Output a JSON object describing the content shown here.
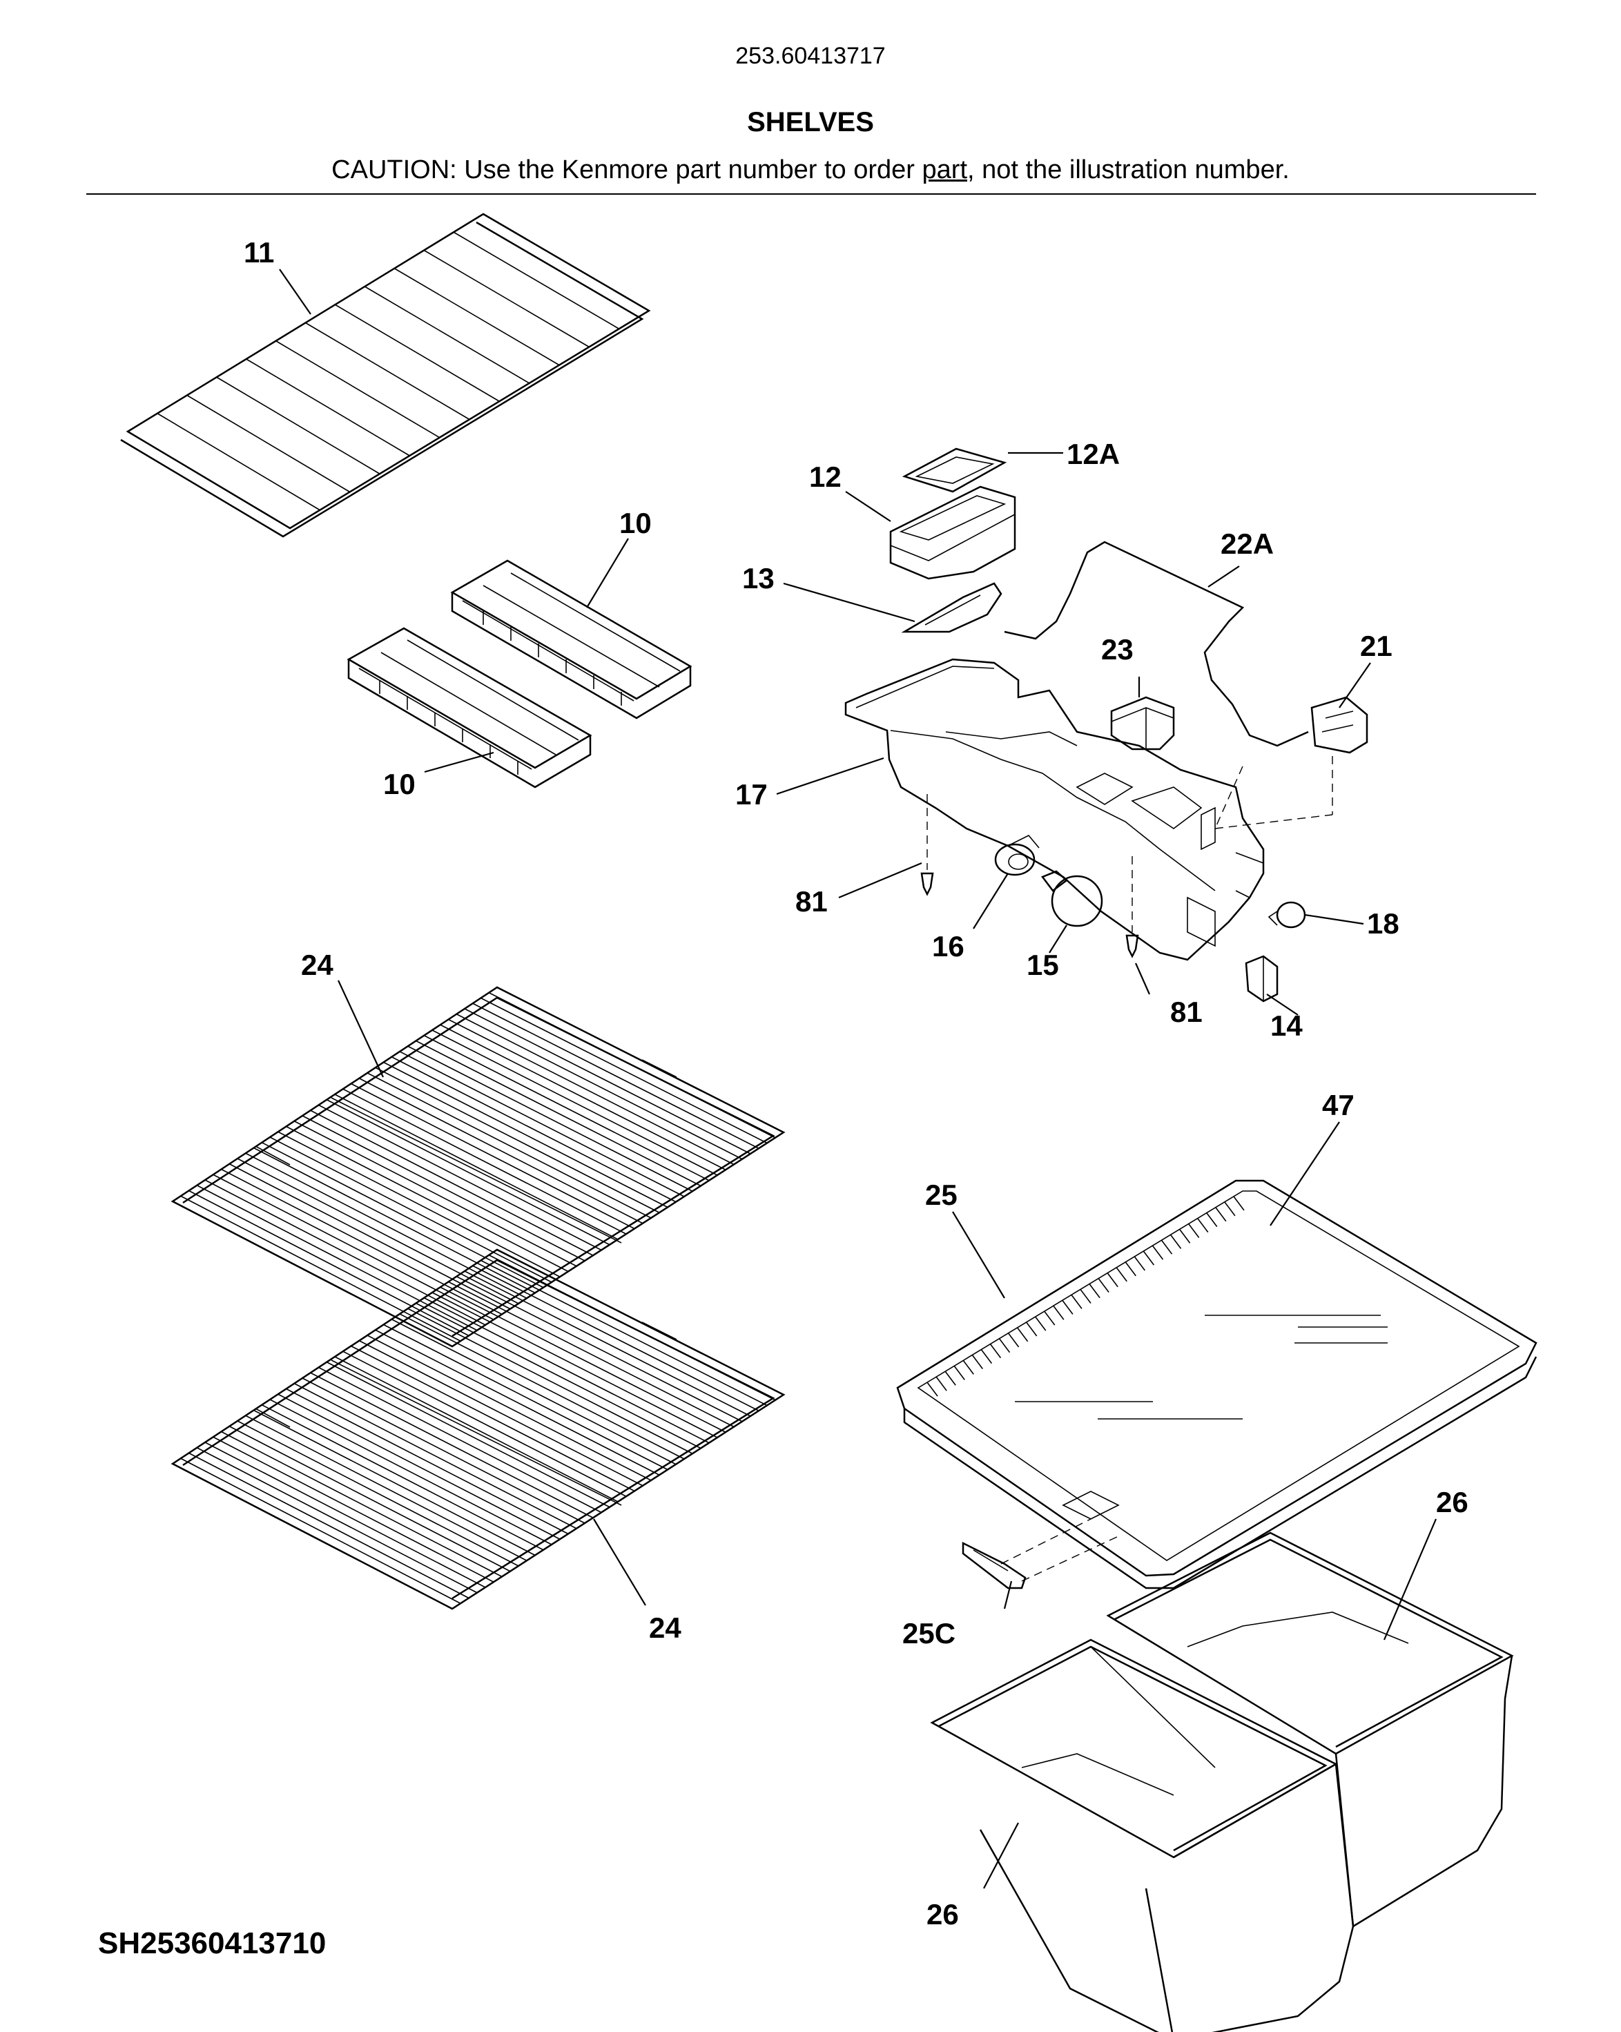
{
  "header": {
    "model_number": "253.60413717",
    "section_title": "SHELVES",
    "caution_before": "CAUTION: Use the Kenmore part number to order ",
    "caution_link": "part",
    "caution_after": ", not the illustration number."
  },
  "callouts": [
    {
      "id": "c11",
      "label": "11"
    },
    {
      "id": "c12a",
      "label": "12A"
    },
    {
      "id": "c12",
      "label": "12"
    },
    {
      "id": "c10a",
      "label": "10"
    },
    {
      "id": "c10b",
      "label": "10"
    },
    {
      "id": "c22a",
      "label": "22A"
    },
    {
      "id": "c13",
      "label": "13"
    },
    {
      "id": "c23",
      "label": "23"
    },
    {
      "id": "c21",
      "label": "21"
    },
    {
      "id": "c17",
      "label": "17"
    },
    {
      "id": "c81a",
      "label": "81"
    },
    {
      "id": "c16",
      "label": "16"
    },
    {
      "id": "c15",
      "label": "15"
    },
    {
      "id": "c18",
      "label": "18"
    },
    {
      "id": "c81b",
      "label": "81"
    },
    {
      "id": "c14",
      "label": "14"
    },
    {
      "id": "c24a",
      "label": "24"
    },
    {
      "id": "c47",
      "label": "47"
    },
    {
      "id": "c25",
      "label": "25"
    },
    {
      "id": "c26a",
      "label": "26"
    },
    {
      "id": "c24b",
      "label": "24"
    },
    {
      "id": "c25c",
      "label": "25C"
    },
    {
      "id": "c26b",
      "label": "26"
    }
  ],
  "footer": {
    "diagram_code": "SH25360413710"
  }
}
